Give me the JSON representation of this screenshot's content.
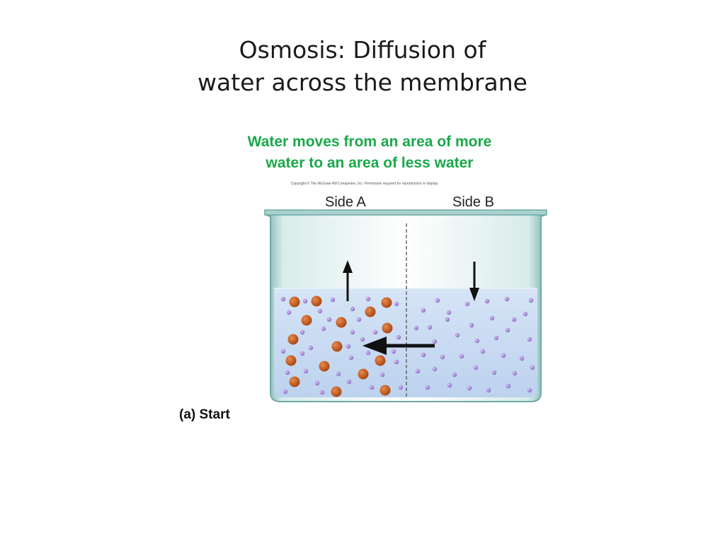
{
  "slide": {
    "title_line1": "Osmosis:  Diffusion of",
    "title_line2": "water across the membrane",
    "subtitle_line1": "Water moves from an area of more",
    "subtitle_line2": "water to an area of less water",
    "subtitle_color": "#1aa84a"
  },
  "figure": {
    "copyright": "Copyright © The McGraw-Hill Companies, Inc. Permission required for reproduction or display.",
    "side_a_label": "Side A",
    "side_b_label": "Side B",
    "caption": "(a) Start",
    "colors": {
      "water": "#c4d8f2",
      "solute": "#c0581e",
      "water_molecule": "#a88ad8",
      "glass": "#8fc2bd"
    }
  }
}
